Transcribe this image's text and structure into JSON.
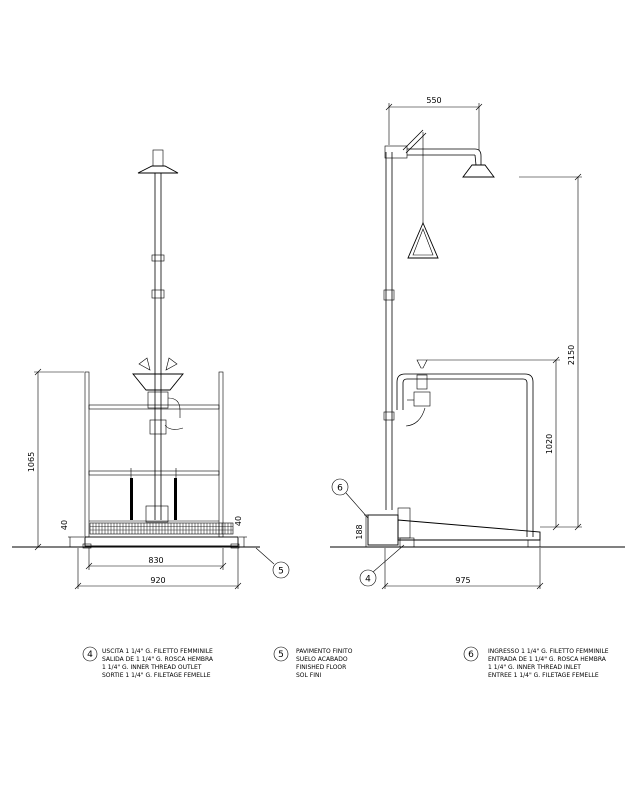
{
  "dimensions": {
    "front_height": "1065",
    "front_left_40": "40",
    "front_right_40": "40",
    "front_inner_width": "830",
    "front_outer_width": "920",
    "side_top_width": "550",
    "side_total_height": "2150",
    "side_basin_height": "1020",
    "side_inlet_height": "188",
    "side_depth": "975"
  },
  "callouts": {
    "outlet": "4",
    "floor": "5",
    "inlet": "6"
  },
  "notes": {
    "outlet": {
      "number": "4",
      "lines": [
        "USCITA 1 1/4\" G. FILETTO FEMMINILE",
        "SALIDA DE 1 1/4\" G. ROSCA HEMBRA",
        "1 1/4\" G. INNER THREAD OUTLET",
        "SORTIE 1 1/4\" G. FILETAGE FEMELLE"
      ]
    },
    "floor": {
      "number": "5",
      "lines": [
        "PAVIMENTO FINITO",
        "SUELO ACABADO",
        "FINISHED FLOOR",
        "SOL FINI"
      ]
    },
    "inlet": {
      "number": "6",
      "lines": [
        "INGRESSO 1 1/4\" G. FILETTO FEMMINILE",
        "ENTRADA DE 1 1/4\" G. ROSCA HEMBRA",
        "1 1/4\" G. INNER THREAD INLET",
        "ENTREE 1 1/4\" G. FILETAGE FEMELLE"
      ]
    }
  }
}
